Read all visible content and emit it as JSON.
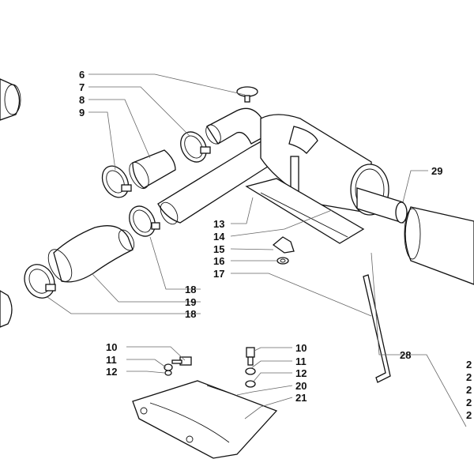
{
  "diagram": {
    "labels_left": [
      "6",
      "7",
      "8",
      "9",
      "13",
      "14",
      "15",
      "16",
      "17",
      "18",
      "19",
      "18"
    ],
    "labels_bottom_left": [
      "10",
      "11",
      "12"
    ],
    "labels_bottom_mid": [
      "10",
      "11",
      "12",
      "20",
      "21"
    ],
    "labels_right": [
      "29",
      "28"
    ],
    "labels_right_cut": [
      "2",
      "2",
      "2",
      "2",
      "2"
    ]
  }
}
